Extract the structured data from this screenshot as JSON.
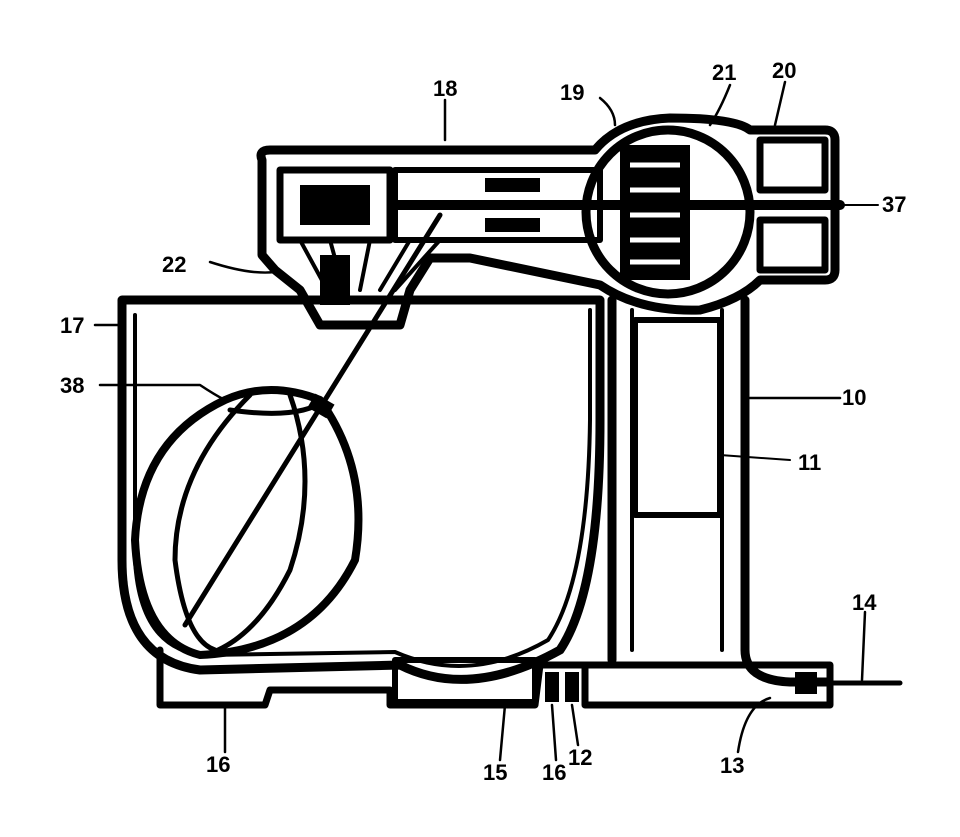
{
  "figure": {
    "labels": {
      "drive_head": "18",
      "motor_housing": "19",
      "motor_cover": "21",
      "end_block": "20",
      "output_shaft": "37",
      "gear_housing": "22",
      "bowl": "17",
      "whisk": "38",
      "column": "10",
      "column_inner": "11",
      "pin": "14",
      "foot_left": "16",
      "foot_center": "15",
      "foot_right": "16",
      "base_joint": "12",
      "base_recess": "13"
    },
    "colors": {
      "ink": "#000000",
      "paper": "#ffffff"
    }
  }
}
